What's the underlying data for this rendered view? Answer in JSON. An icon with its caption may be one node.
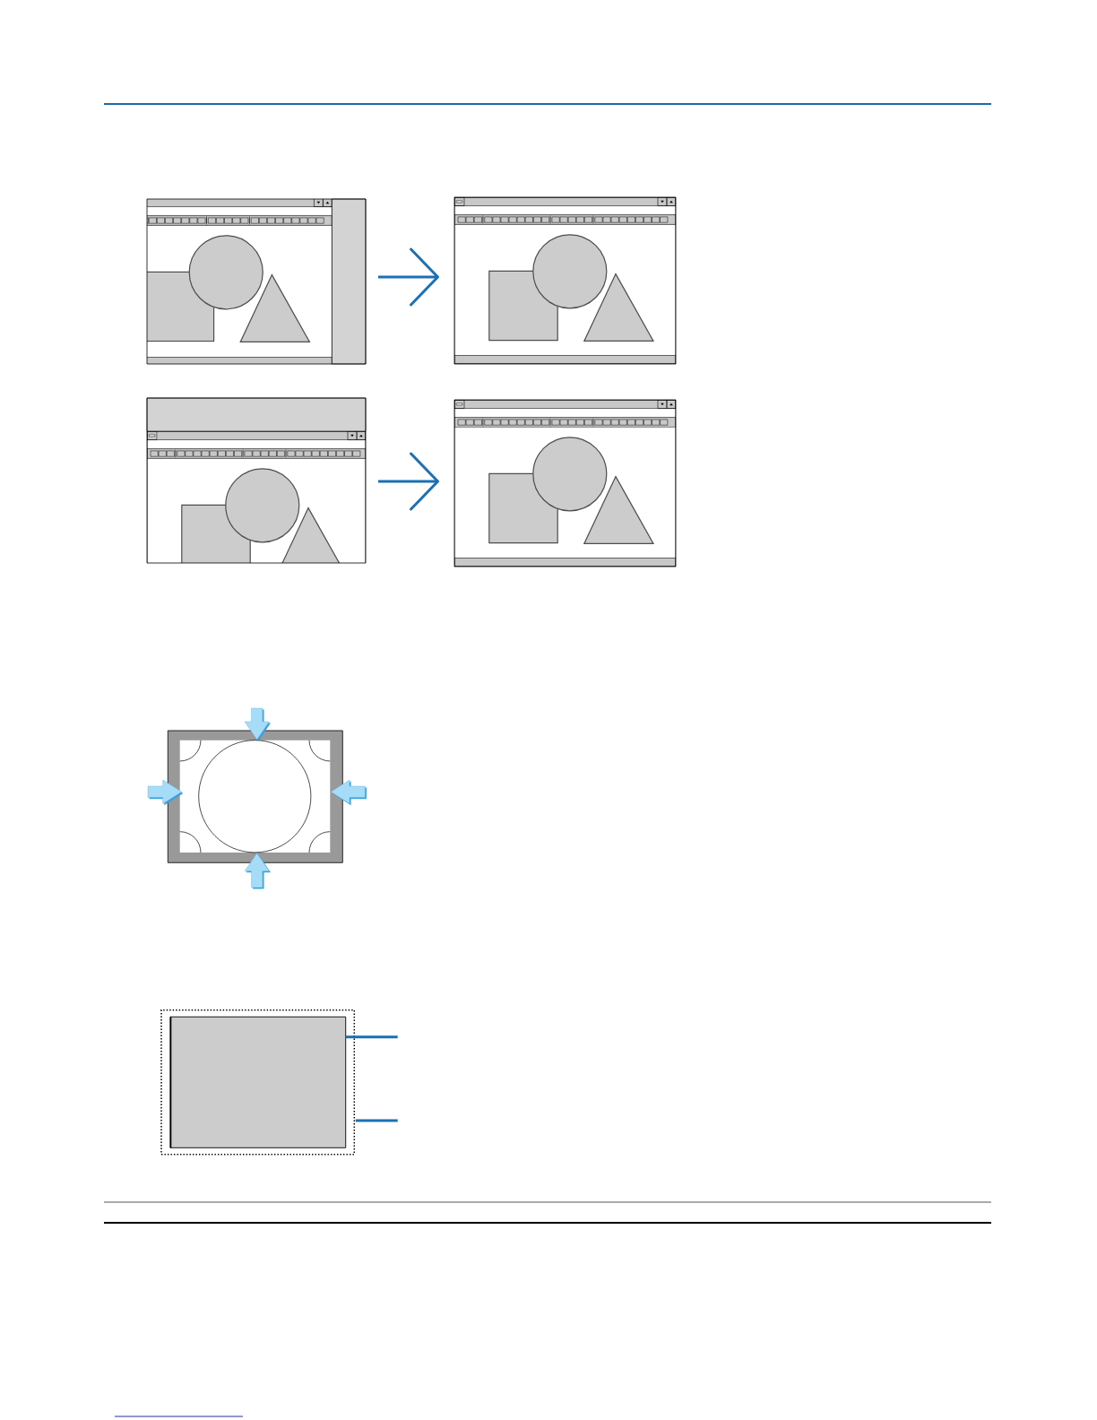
{
  "diagram": {
    "nodes": [
      {
        "text": [],
        "shape": "picture"
      },
      {
        "text": [],
        "shape": "picture"
      },
      {
        "text": [],
        "shape": "picture"
      },
      {
        "text": [],
        "shape": "picture"
      },
      {
        "text": [],
        "shape": "box"
      },
      {
        "text": [],
        "shape": "box",
        "in": 4
      }
    ],
    "edges": [
      {
        "from": 0,
        "to": 1,
        "arrow": "to"
      },
      {
        "from": 2,
        "to": 3,
        "arrow": "to"
      },
      {
        "from": null,
        "to": 5,
        "arrow": "none"
      },
      {
        "from": null,
        "to": 4,
        "arrow": "none"
      }
    ]
  }
}
